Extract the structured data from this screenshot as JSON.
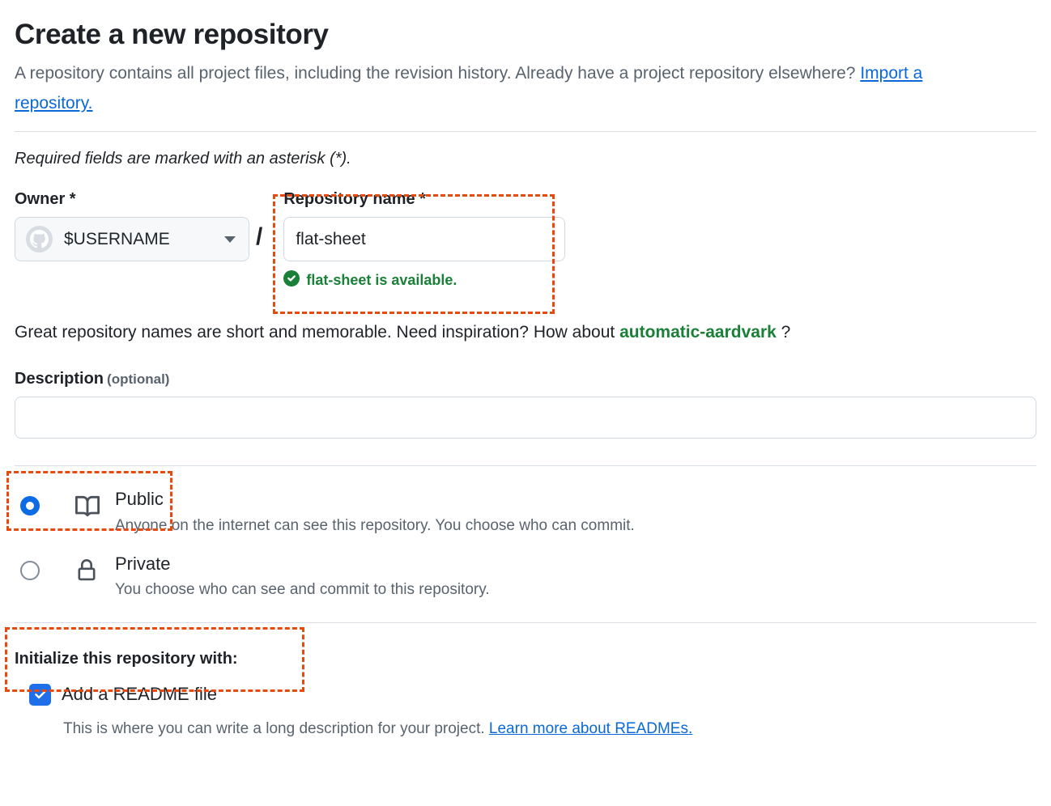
{
  "header": {
    "title": "Create a new repository",
    "description_part1": "A repository contains all project files, including the revision history. Already have a project repository elsewhere?",
    "import_link": "Import a repository.",
    "required_note": "Required fields are marked with an asterisk (*)."
  },
  "owner": {
    "label": "Owner *",
    "avatar_icon": "github-octocat-avatar",
    "value": "$USERNAME",
    "caret_icon": "chevron-down-icon",
    "separator": "/"
  },
  "repository_name": {
    "label": "Repository name *",
    "value": "flat-sheet",
    "placeholder": "",
    "availability_icon": "check-circle-icon",
    "availability_message": "flat-sheet is available."
  },
  "suggestion": {
    "prefix": "Great repository names are short and memorable. Need inspiration? How about",
    "name": "automatic-aardvark",
    "suffix": "?"
  },
  "description": {
    "label": "Description",
    "optional": "(optional)",
    "value": "",
    "placeholder": ""
  },
  "visibility": {
    "options": [
      {
        "id": "public",
        "icon": "repo-book-icon",
        "title": "Public",
        "description": "Anyone on the internet can see this repository. You choose who can commit.",
        "selected": true
      },
      {
        "id": "private",
        "icon": "lock-icon",
        "title": "Private",
        "description": "You choose who can see and commit to this repository.",
        "selected": false
      }
    ]
  },
  "initialize": {
    "title": "Initialize this repository with:",
    "readme_checkbox_icon": "checkmark-icon",
    "readme_label": "Add a README file",
    "readme_checked": true,
    "readme_description": "This is where you can write a long description for your project.",
    "readme_link": "Learn more about READMEs."
  },
  "colors": {
    "link": "#0969da",
    "success": "#1a7f37",
    "accent_blue": "#0d6ce4",
    "checkbox_blue": "#1f6feb",
    "annotation": "#e8490f",
    "muted_text": "#59636e"
  }
}
